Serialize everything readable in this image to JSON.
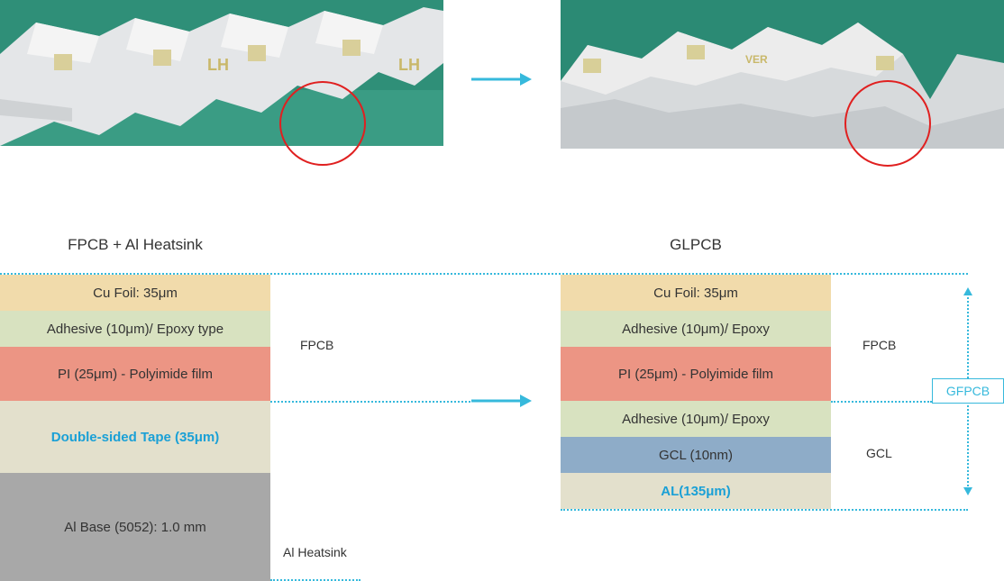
{
  "left": {
    "title": "FPCB + Al Heatsink",
    "layers": [
      {
        "label": "Cu Foil: 35μm"
      },
      {
        "label": "Adhesive (10μm)/ Epoxy type"
      },
      {
        "label": "PI (25μm) - Polyimide film"
      },
      {
        "label": "Double-sided Tape (35μm)"
      },
      {
        "label": "Al Base (5052): 1.0 mm"
      }
    ],
    "group_fpcb": "FPCB",
    "group_heatsink": "Al Heatsink"
  },
  "right": {
    "title": "GLPCB",
    "layers": [
      {
        "label": "Cu Foil: 35μm"
      },
      {
        "label": "Adhesive (10μm)/ Epoxy"
      },
      {
        "label": "PI (25μm) - Polyimide film"
      },
      {
        "label": "Adhesive (10μm)/ Epoxy"
      },
      {
        "label": "GCL (10nm)"
      },
      {
        "label": "AL(135μm)"
      }
    ],
    "group_fpcb": "FPCB",
    "group_gcl": "GCL",
    "badge": "GFPCB"
  },
  "colors": {
    "cu": "#f1dbab",
    "adhesive": "#d8e2c0",
    "pi": "#ec9584",
    "tape": "#e3e0cc",
    "al_base": "#a8a8a8",
    "gcl": "#8eacc8",
    "al_right": "#e3e0cc",
    "accent": "#36b9dc",
    "highlight_text": "#1aa0d6",
    "circle": "#e02020"
  }
}
